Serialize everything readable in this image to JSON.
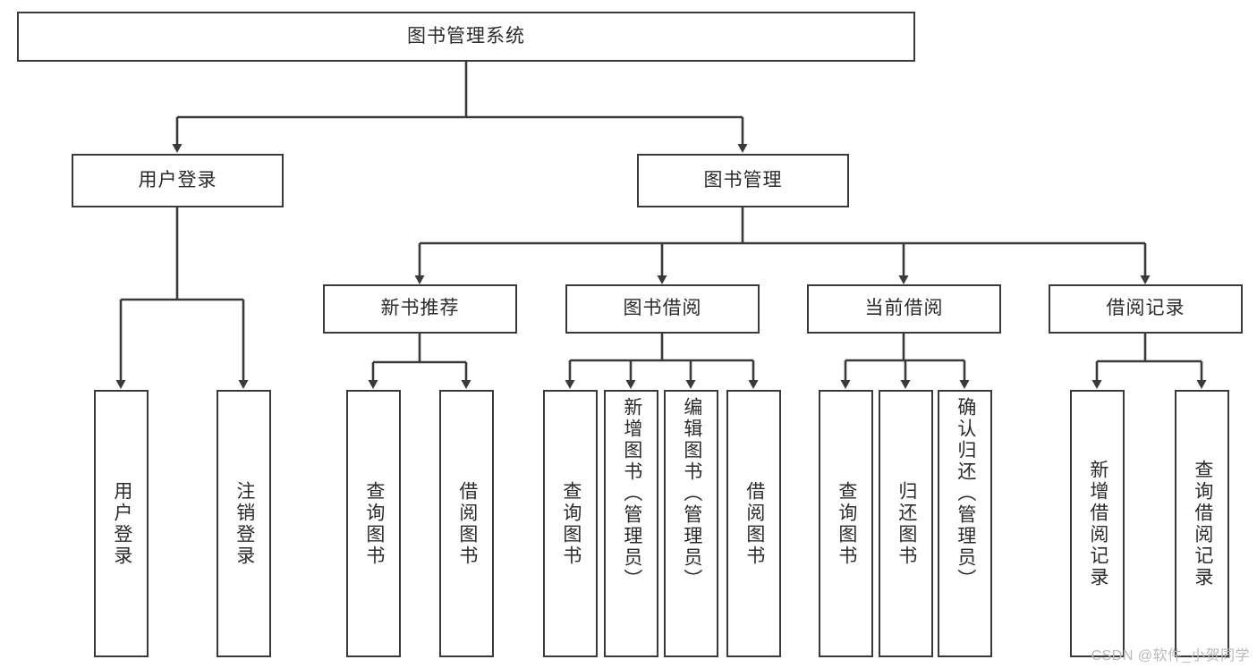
{
  "diagram": {
    "type": "tree",
    "title": "图书管理系统",
    "root": {
      "label": "图书管理系统"
    },
    "level2": [
      {
        "label": "用户登录"
      },
      {
        "label": "图书管理"
      }
    ],
    "level3": [
      {
        "label": "新书推荐"
      },
      {
        "label": "图书借阅"
      },
      {
        "label": "当前借阅"
      },
      {
        "label": "借阅记录"
      }
    ],
    "leaves": {
      "user_login": [
        {
          "label": "用户登录"
        },
        {
          "label": "注销登录"
        }
      ],
      "new_book_recommend": [
        {
          "label": "查询图书"
        },
        {
          "label": "借阅图书"
        }
      ],
      "book_borrow": [
        {
          "label": "查询图书"
        },
        {
          "label": "新增图书（管理员）"
        },
        {
          "label": "编辑图书（管理员）"
        },
        {
          "label": "借阅图书"
        }
      ],
      "current_borrow": [
        {
          "label": "查询图书"
        },
        {
          "label": "归还图书"
        },
        {
          "label": "确认归还（管理员）"
        }
      ],
      "borrow_record": [
        {
          "label": "新增借阅记录"
        },
        {
          "label": "查询借阅记录"
        }
      ]
    }
  },
  "watermark": {
    "text": "CSDN @软件_小贺同学"
  },
  "colors": {
    "box_border": "#3a3a3a",
    "box_fill": "#ffffff",
    "connector": "#3a3a3a",
    "text": "#2b2b2b",
    "watermark": "#b9b9b9"
  }
}
